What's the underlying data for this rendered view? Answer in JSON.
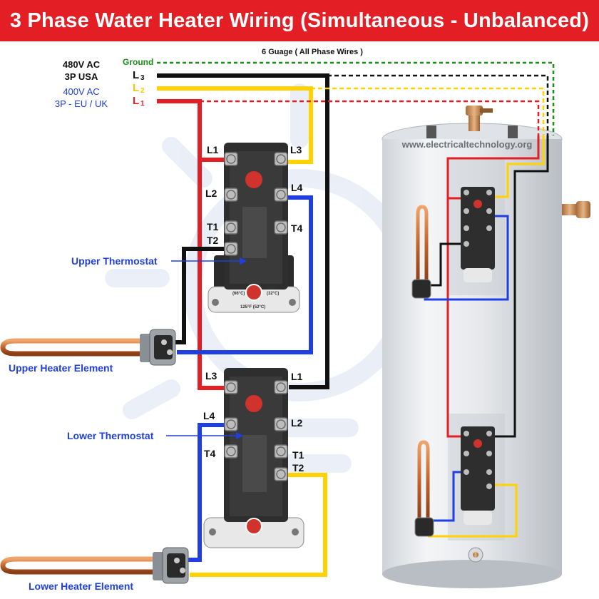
{
  "title": "3 Phase Water Heater Wiring (Simultaneous - Unbalanced)",
  "colors": {
    "title_bg": "#e31e24",
    "L1_red": "#e31e24",
    "L2_yellow": "#ffd200",
    "L3_black": "#111111",
    "ground_green": "#1a8c1a",
    "neutral_blue": "#1f3fe0",
    "label_blue": "#1f3fe0"
  },
  "voltage": {
    "usa_line1": "480V AC",
    "usa_line2": "3P USA",
    "eu_line1": "400V AC",
    "eu_line2": "3P - EU / UK"
  },
  "wire_note": "6  Guage ( All Phase Wires )",
  "lines": {
    "ground": "Ground",
    "L3": "L",
    "L3_sub": "3",
    "L2": "L",
    "L2_sub": "2",
    "L1": "L",
    "L1_sub": "1"
  },
  "upper_thermostat": {
    "name": "Upper Thermostat",
    "terminals": {
      "l1": "L1",
      "l3": "L3",
      "l2": "L2",
      "l4": "L4",
      "t1": "T1",
      "t2": "T2",
      "t4": "T4"
    },
    "dial": {
      "left": "150°F\n(66°C)",
      "right": "90°F\n(32°C)",
      "bottom": "125°F (52°C)"
    }
  },
  "lower_thermostat": {
    "name": "Lower Thermostat",
    "terminals": {
      "l3": "L3",
      "l1": "L1",
      "l4": "L4",
      "l2": "L2",
      "t4": "T4",
      "t1": "T1",
      "t2": "T2"
    }
  },
  "upper_element": "Upper Heater Element",
  "lower_element": "Lower Heater Element",
  "website": "www.electricaltechnology.org"
}
